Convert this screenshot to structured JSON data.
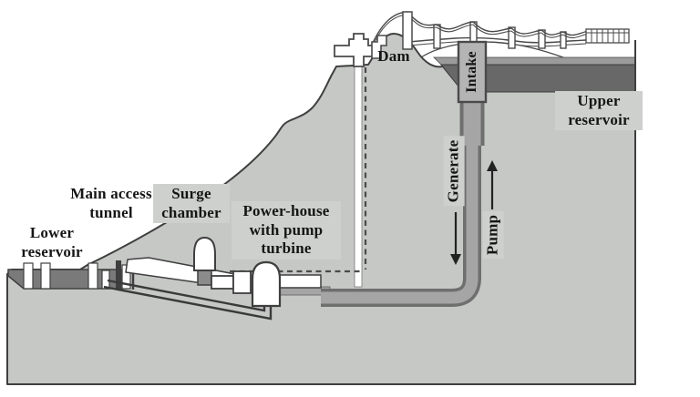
{
  "figure": {
    "labels": {
      "lower_reservoir": "Lower\nreservoir",
      "main_access_tunnel": "Main access\ntunnel",
      "surge_chamber": "Surge\nchamber",
      "power_house": "Power-house\nwith pump\nturbine",
      "dam": "Dam",
      "intake": "Intake",
      "generate": "Generate",
      "pump": "Pump",
      "upper_reservoir": "Upper\nreservoir"
    },
    "flow_arrows": [
      {
        "label": "Generate",
        "direction": "down"
      },
      {
        "label": "Pump",
        "direction": "up"
      }
    ],
    "colors": {
      "ground": "#c6c8c6",
      "water_dark": "#686868",
      "water_light": "#9b9b9b",
      "pipe_fill": "#a5a5a5",
      "pipe_edge": "#6f6f6f",
      "outline": "#3f3f3f",
      "label_background": "#cdd0cd",
      "text": "#151515",
      "structure_fill": "#ffffff"
    }
  }
}
